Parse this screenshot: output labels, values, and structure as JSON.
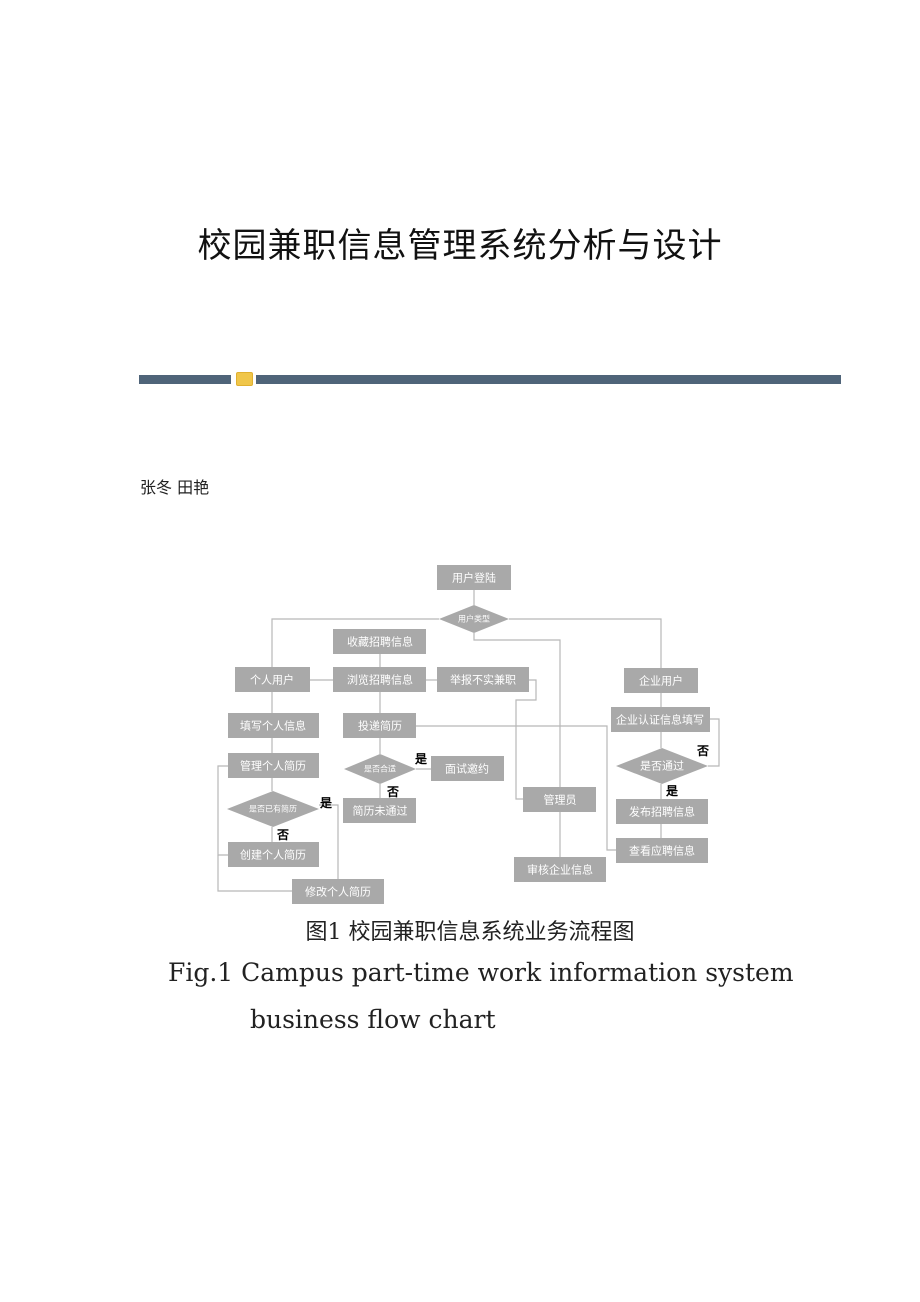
{
  "title": "校园兼职信息管理系统分析与设计",
  "authors": "张冬  田艳",
  "flowchart": {
    "login": "用户登陆",
    "user_type": "用户类型",
    "collect": "收藏招聘信息",
    "personal_user": "个人用户",
    "browse": "浏览招聘信息",
    "report": "举报不实兼职",
    "enterprise_user": "企业用户",
    "fill_info": "填写个人信息",
    "submit_resume": "投递简历",
    "enterprise_cert": "企业认证信息填写",
    "manage_resume": "管理个人简历",
    "suitable": "是否合适",
    "interview": "面试邀约",
    "has_resume": "是否已有简历",
    "resume_rejected": "简历未通过",
    "admin": "管理员",
    "passed": "是否通过",
    "publish": "发布招聘信息",
    "create_resume": "创建个人简历",
    "view_applications": "查看应聘信息",
    "review_enterprise": "审核企业信息",
    "modify_resume": "修改个人简历",
    "yes": "是",
    "no": "否"
  },
  "caption_cn": "图1 校园兼职信息系统业务流程图",
  "caption_en_1": "Fig.1  Campus  part-time  work  information  system",
  "caption_en_2": "business  flow  chart"
}
